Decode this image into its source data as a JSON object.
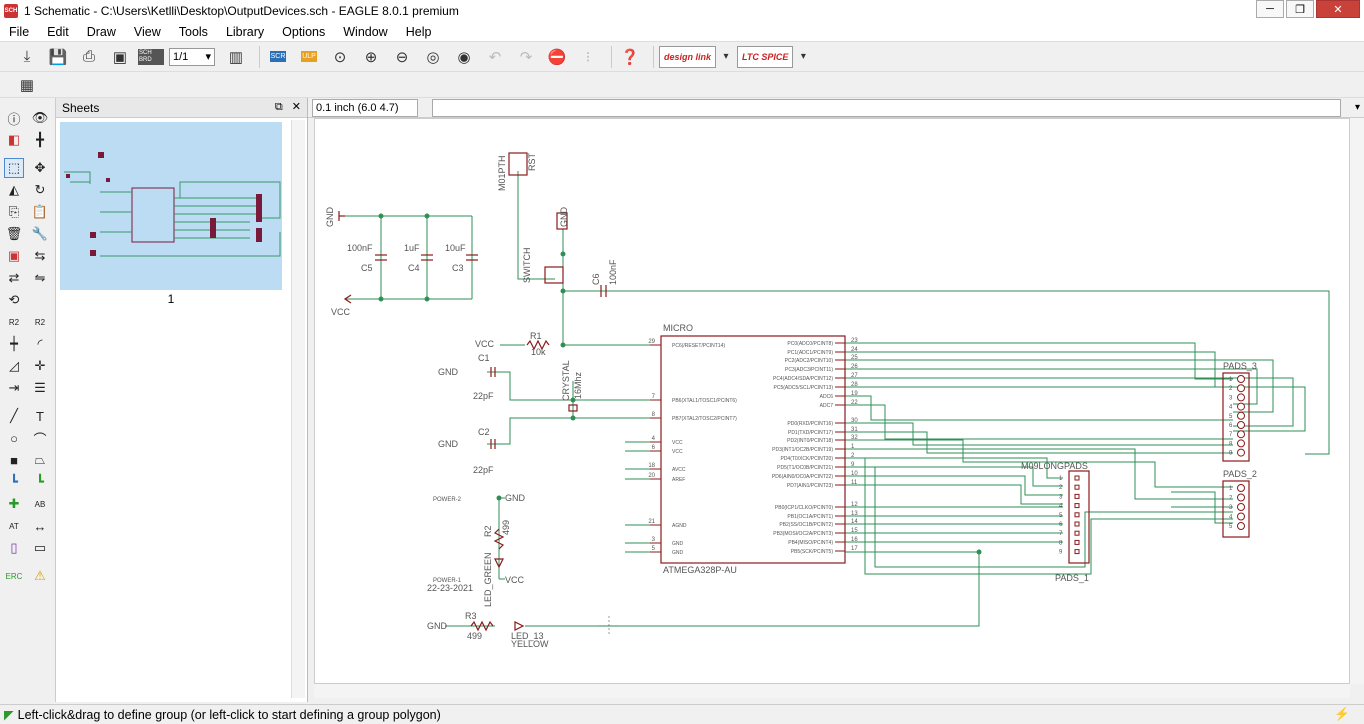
{
  "window": {
    "title": "1 Schematic - C:\\Users\\Ketlli\\Desktop\\OutputDevices.sch - EAGLE 8.0.1 premium",
    "app_icon_label": "SCH",
    "minimize": "─",
    "maximize": "❐",
    "close": "✕"
  },
  "menu": [
    "File",
    "Edit",
    "Draw",
    "View",
    "Tools",
    "Library",
    "Options",
    "Window",
    "Help"
  ],
  "toolbar": {
    "sheet_select": "1/1",
    "sch_brd_label": "SCH BRD",
    "scr_label": "SCR",
    "ulp_label": "ULP",
    "designlink_label": "design link",
    "ltspice_label": "LTC SPICE"
  },
  "sheets_panel": {
    "title": "Sheets",
    "float_btn": "⧉",
    "close_btn": "✕",
    "sheet_number": "1"
  },
  "command": {
    "coordinates": "0.1 inch (6.0 4.7)",
    "input_value": ""
  },
  "status": {
    "text": "Left-click&drag to define group (or left-click to start defining a group polygon)"
  },
  "colors": {
    "wire": "#2f8f55",
    "symbol": "#8b1a1a",
    "text": "#555555",
    "thumbnail_bg": "#bcdcf4"
  },
  "schematic": {
    "labels": {
      "gnd": "GND",
      "vcc": "VCC",
      "c5_val": "100nF",
      "c5": "C5",
      "c4_val": "1uF",
      "c4": "C4",
      "c3_val": "10uF",
      "c3": "C3",
      "m01pth": "M01PTH",
      "rst": "RST",
      "switch": "SWITCH",
      "c6": "C6",
      "c6_val": "100nF",
      "r1": "R1",
      "r1_val": "10k",
      "c1": "C1",
      "c1_val": "22pF",
      "c2": "C2",
      "c2_val": "22pF",
      "crystal": "CRYSTAL",
      "crystal_val": "16Mhz",
      "micro": "MICRO",
      "mcu_part": "ATMEGA328P-AU",
      "power2": "POWER-2",
      "power1": "POWER-1",
      "date": "22-23-2021",
      "r2": "R2",
      "r2_val": "499",
      "led_green": "LED_GREEN",
      "r3": "R3",
      "r3_val": "499",
      "led13": "LED_13",
      "yellow": "YELLOW",
      "pads3": "PADS_3",
      "pads2": "PADS_2",
      "pads1": "PADS_1",
      "m09": "M09LONGPADS"
    },
    "mcu_left_pins": [
      {
        "num": "29",
        "name": "PC6(/RESET/PCINT14)"
      },
      {
        "num": "7",
        "name": "PB6(XTAL1/TOSC1/PCINT6)"
      },
      {
        "num": "8",
        "name": "PB7(XTAL2/TOSC2/PCINT7)"
      },
      {
        "num": "4",
        "name": "VCC"
      },
      {
        "num": "6",
        "name": "VCC"
      },
      {
        "num": "18",
        "name": "AVCC"
      },
      {
        "num": "20",
        "name": "AREF"
      },
      {
        "num": "21",
        "name": "AGND"
      },
      {
        "num": "3",
        "name": "GND"
      },
      {
        "num": "5",
        "name": "GND"
      }
    ],
    "mcu_right_pins": [
      {
        "num": "23",
        "name": "PC0(ADC0/PCINT8)"
      },
      {
        "num": "24",
        "name": "PC1(ADC1/PCINT9)"
      },
      {
        "num": "25",
        "name": "PC2(ADC2/PCINT10)"
      },
      {
        "num": "26",
        "name": "PC3(ADC3/PCINT11)"
      },
      {
        "num": "27",
        "name": "PC4(ADC4/SDA/PCINT12)"
      },
      {
        "num": "28",
        "name": "PC5(ADC5/SCL/PCINT13)"
      },
      {
        "num": "19",
        "name": "ADC6"
      },
      {
        "num": "22",
        "name": "ADC7"
      },
      {
        "num": "30",
        "name": "PD0(RXD/PCINT16)"
      },
      {
        "num": "31",
        "name": "PD1(TXD/PCINT17)"
      },
      {
        "num": "32",
        "name": "PD2(INT0/PCINT18)"
      },
      {
        "num": "1",
        "name": "PD3(INT1/OC2B/PCINT19)"
      },
      {
        "num": "2",
        "name": "PD4(T0/XCK/PCINT20)"
      },
      {
        "num": "9",
        "name": "PD5(T1/OC0B/PCINT21)"
      },
      {
        "num": "10",
        "name": "PD6(AIN0/OC0A/PCINT22)"
      },
      {
        "num": "11",
        "name": "PD7(AIN1/PCINT23)"
      },
      {
        "num": "12",
        "name": "PB0(ICP1/CLKO/PCINT0)"
      },
      {
        "num": "13",
        "name": "PB1(OC1A/PCINT1)"
      },
      {
        "num": "14",
        "name": "PB2(SS/OC1B/PCINT2)"
      },
      {
        "num": "15",
        "name": "PB3(MOSI/OC2A/PCINT3)"
      },
      {
        "num": "16",
        "name": "PB4(MISO/PCINT4)"
      },
      {
        "num": "17",
        "name": "PB5(SCK/PCINT5)"
      }
    ],
    "pads3_pins": [
      "1",
      "2",
      "3",
      "4",
      "5",
      "6",
      "7",
      "8",
      "9"
    ],
    "pads2_pins": [
      "1",
      "2",
      "3",
      "4",
      "5"
    ],
    "m09_pins": [
      "1",
      "2",
      "3",
      "4",
      "5",
      "6",
      "7",
      "8",
      "9"
    ]
  }
}
